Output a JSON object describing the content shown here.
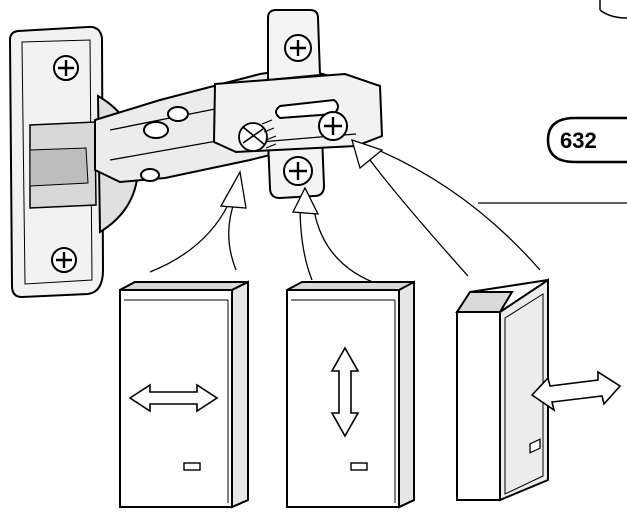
{
  "diagram": {
    "callout_number": "632",
    "parts": [
      "hinge-cup-plate",
      "hinge-arm",
      "mounting-plate",
      "depth-screw",
      "side-adjust-screw",
      "height-adjust-screw",
      "cabinet-door-side-adjust",
      "cabinet-door-height-adjust",
      "cabinet-door-depth-adjust"
    ],
    "adjustments": [
      {
        "screw": "side-adjust-screw",
        "direction": "left-right"
      },
      {
        "screw": "height-adjust-screw",
        "direction": "up-down"
      },
      {
        "screw": "depth-adjust-screw",
        "direction": "in-out"
      }
    ]
  },
  "colors": {
    "line": "#000000",
    "fill": "#ffffff",
    "shade": "#e6e6e6",
    "dark": "#9a9a9a"
  }
}
